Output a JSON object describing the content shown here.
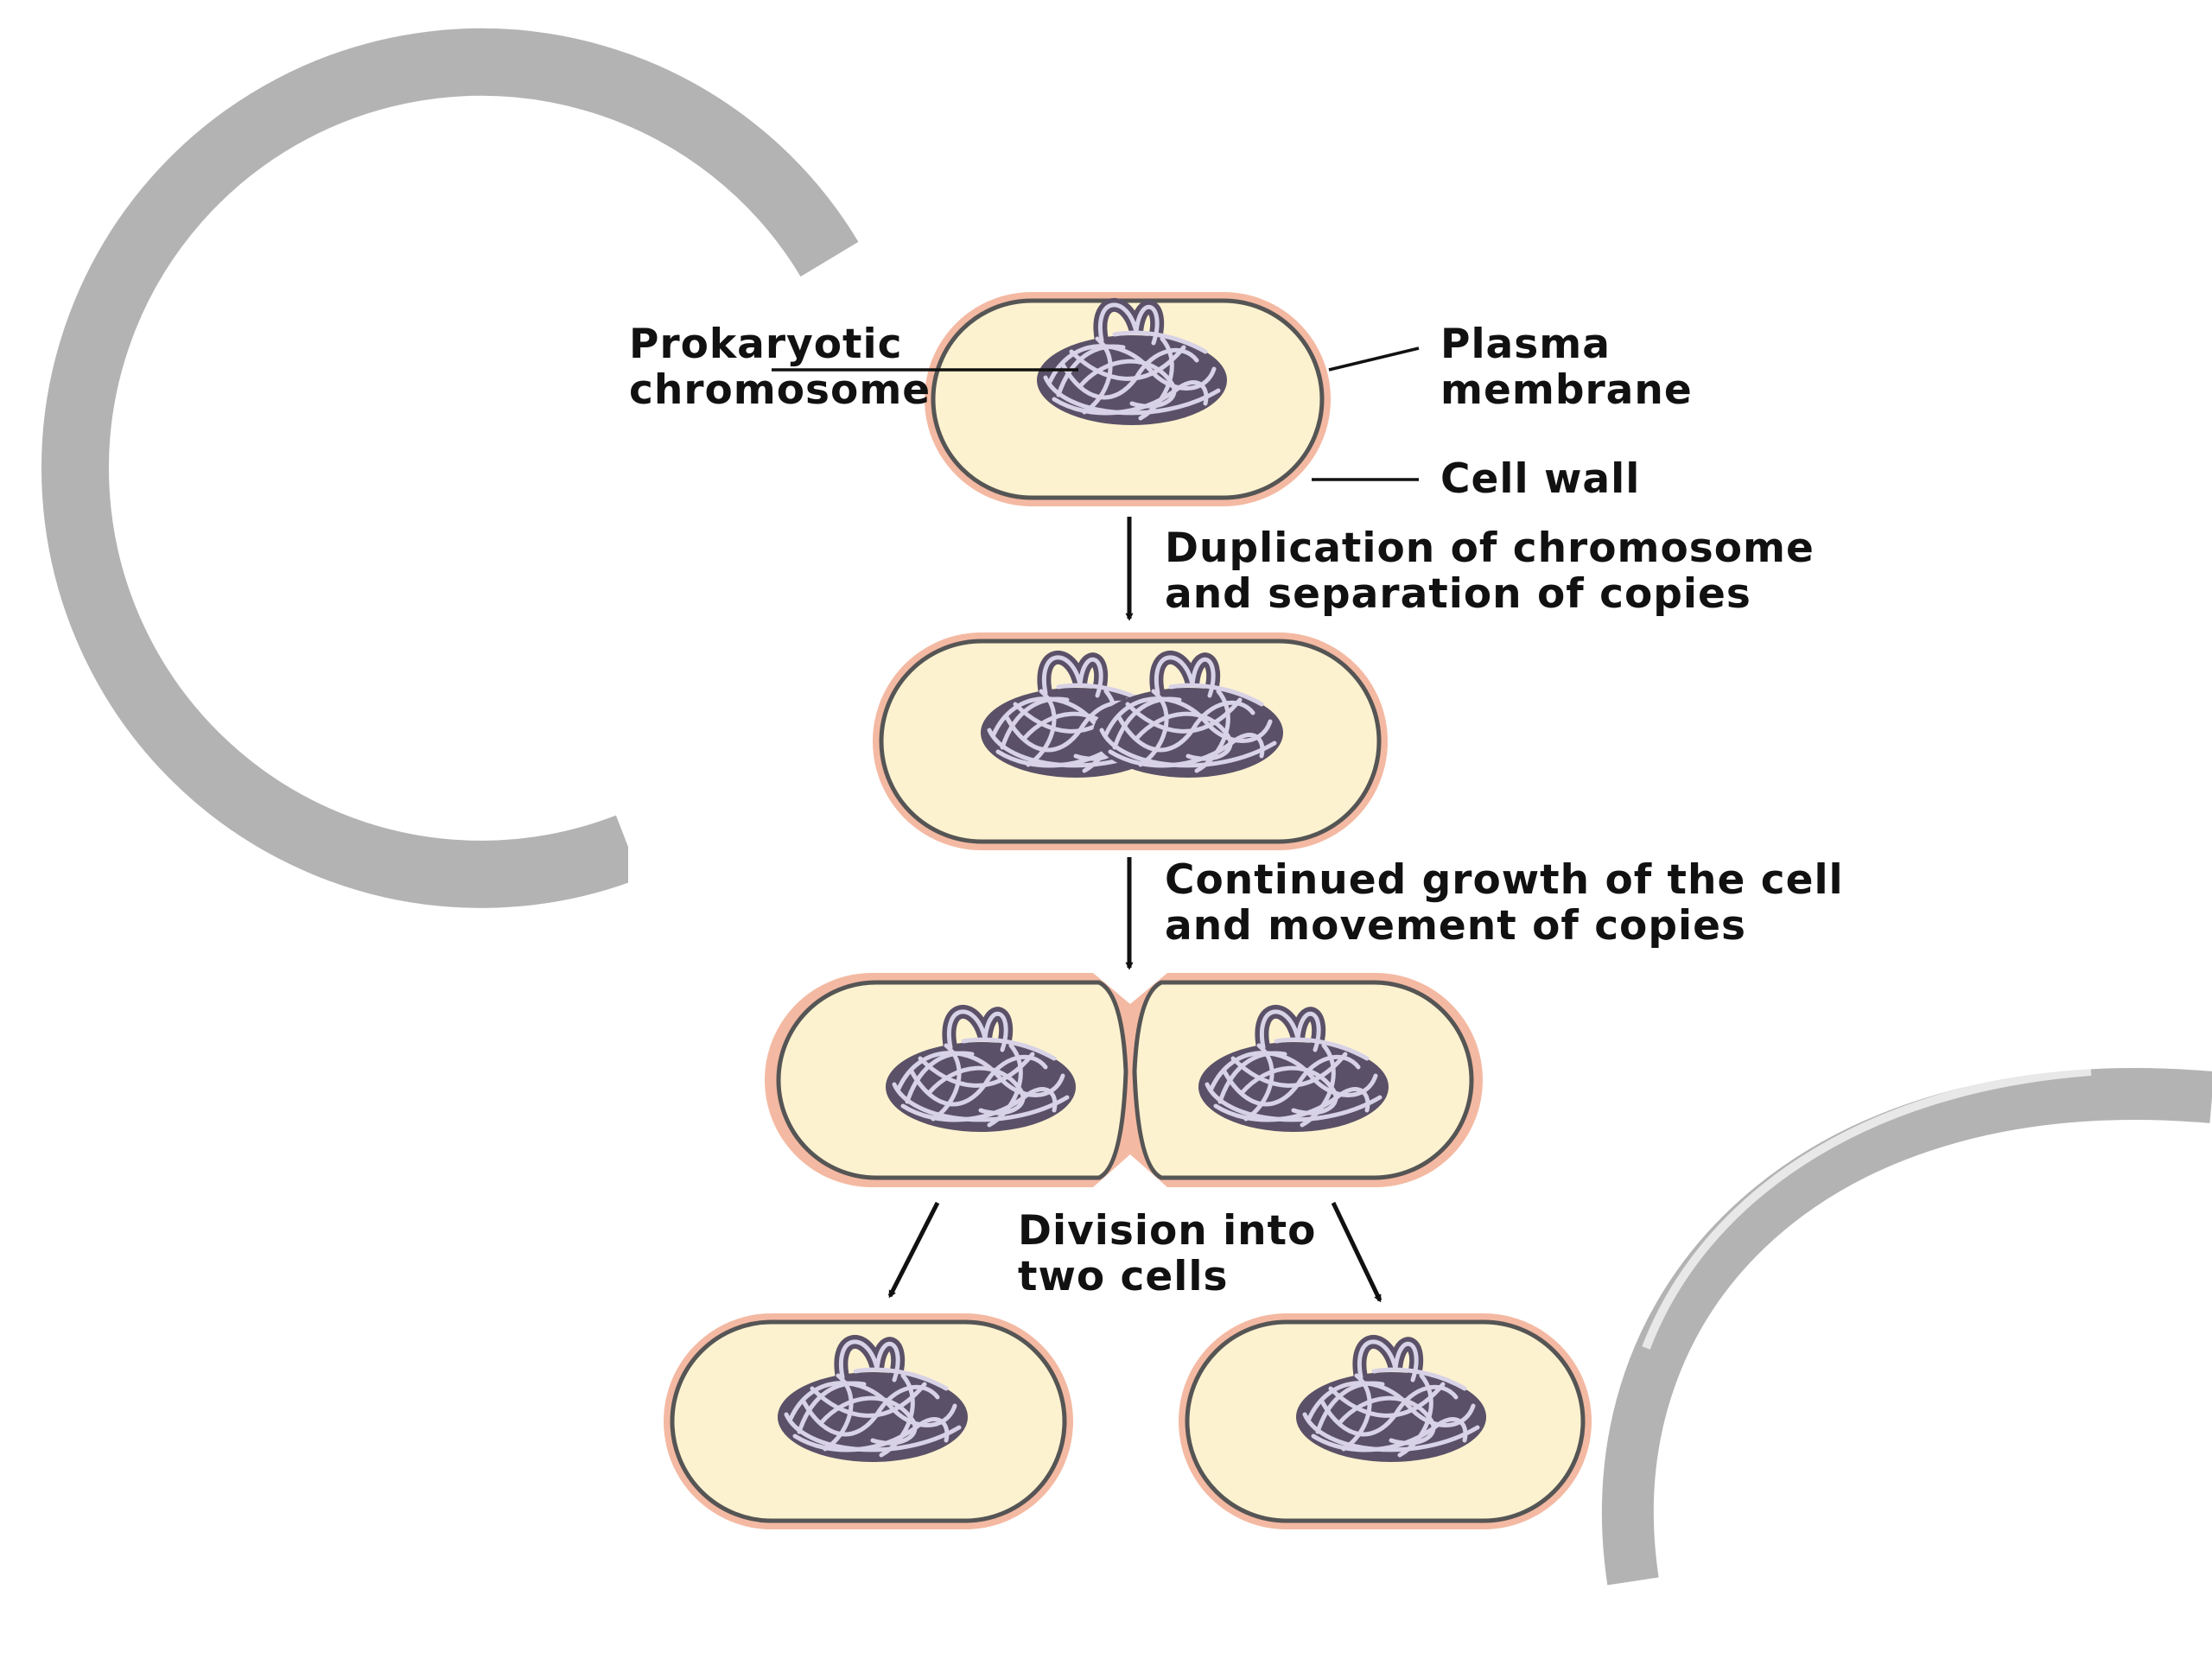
{
  "colors": {
    "background": "#ffffff",
    "decor_ring": "#b3b3b3",
    "cell_wall": "#f4b9a2",
    "cytoplasm": "#fdf2cf",
    "membrane_outline": "#555555",
    "chromosome_fill": "#5a5168",
    "chromosome_strand": "#d8d2e6",
    "arrow": "#111111"
  },
  "labels": {
    "chromosome": [
      "Prokaryotic",
      "chromosome"
    ],
    "plasma_membrane": [
      "Plasma",
      "membrane"
    ],
    "cell_wall": "Cell wall",
    "step1": [
      "Duplication of chromosome",
      "and separation of copies"
    ],
    "step2": [
      "Continued growth of the cell",
      "and movement of copies"
    ],
    "step3": [
      "Division into",
      "two cells"
    ]
  }
}
